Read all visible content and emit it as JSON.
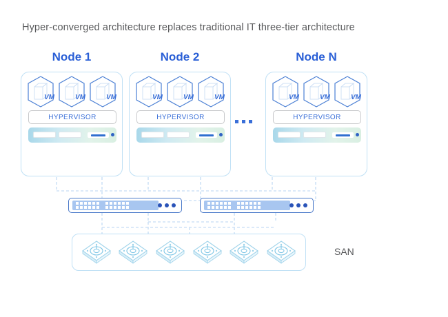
{
  "title": "Hyper-converged architecture replaces traditional IT three-tier architecture",
  "colors": {
    "title_text": "#58595b",
    "node_label": "#2a5fd6",
    "node_border": "#bfe0f5",
    "hypervisor_text": "#3a6fd8",
    "switch_border": "#4a79c9",
    "switch_port_panel": "#a8c6f0",
    "switch_led": "#2a53b8",
    "connector_line": "#cfe2f7",
    "disk_icon": "#9fd3ea",
    "server_led": "#2f63c4"
  },
  "nodes": [
    {
      "label": "Node 1",
      "hypervisor_label": "HYPERVISOR",
      "vms": [
        "VM",
        "VM",
        "VM"
      ]
    },
    {
      "label": "Node 2",
      "hypervisor_label": "HYPERVISOR",
      "vms": [
        "VM",
        "VM",
        "VM"
      ]
    },
    {
      "label": "Node N",
      "hypervisor_label": "HYPERVISOR",
      "vms": [
        "VM",
        "VM",
        "VM"
      ]
    }
  ],
  "node_ellipsis": "...",
  "switches": [
    {
      "name": "switch-left",
      "port_groups": 2,
      "ports_per_group": 12,
      "leds": 3
    },
    {
      "name": "switch-right",
      "port_groups": 2,
      "ports_per_group": 12,
      "leds": 3
    }
  ],
  "san": {
    "label": "SAN",
    "disk_count": 6
  }
}
